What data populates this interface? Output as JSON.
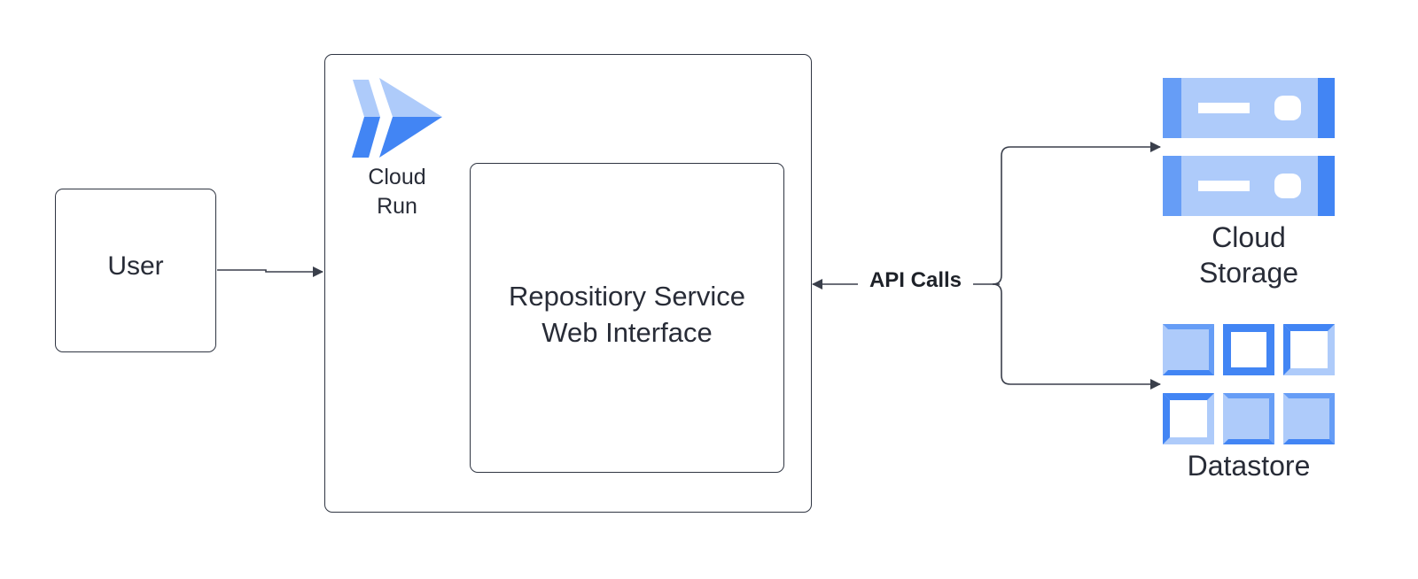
{
  "nodes": {
    "user": {
      "label": "User"
    },
    "cloud_run": {
      "label": "Cloud Run",
      "label_lines": [
        "Cloud",
        "Run"
      ]
    },
    "service": {
      "label_lines": [
        "Repositiory Service",
        "Web Interface"
      ]
    },
    "cloud_storage": {
      "label_lines": [
        "Cloud",
        "Storage"
      ]
    },
    "datastore": {
      "label": "Datastore"
    }
  },
  "edges": [
    {
      "from": "user",
      "to": "cloud_run",
      "label": ""
    },
    {
      "from": "storage_datastore_bus",
      "to": "cloud_run",
      "label": "API Calls"
    },
    {
      "from": "storage_datastore_bus",
      "to": "cloud_storage",
      "label": ""
    },
    {
      "from": "storage_datastore_bus",
      "to": "datastore",
      "label": ""
    }
  ],
  "icons": {
    "cloud_run": "cloud-run-icon",
    "cloud_storage": "cloud-storage-icon",
    "datastore": "datastore-icon"
  },
  "colors": {
    "border": "#2f3542",
    "arrow": "#3a3f4b",
    "blue_dark": "#4285f4",
    "blue_mid": "#669df6",
    "blue_light": "#aecbfa"
  }
}
